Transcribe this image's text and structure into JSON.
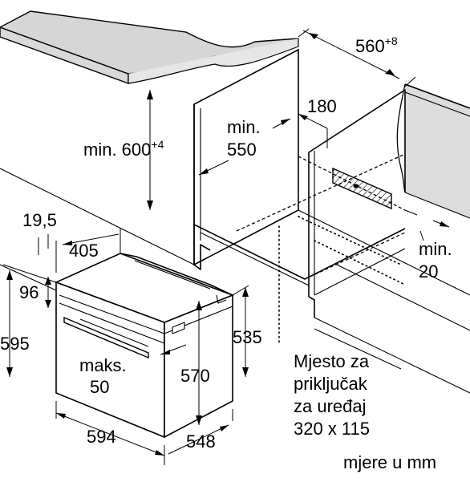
{
  "labels": {
    "niche_width": "560",
    "niche_width_tol": "+8",
    "niche_height": "min. 600",
    "niche_height_tol": "+4",
    "niche_depth_a": "min.",
    "niche_depth_b": "550",
    "vent_depth": "180",
    "side_gap_a": "min.",
    "side_gap_b": "20",
    "oven_top_offset": "19,5",
    "oven_top_depth": "405",
    "oven_panel_height": "96",
    "oven_total_height": "595",
    "oven_body_height": "535",
    "oven_inner_height": "570",
    "handle_max_a": "maks.",
    "handle_max_b": "50",
    "oven_width": "594",
    "oven_depth": "548",
    "connection_line1": "Mjesto za",
    "connection_line2": "priključak",
    "connection_line3": "za uređaj",
    "connection_line4": "320 x 115",
    "units_note": "mjere u mm"
  }
}
